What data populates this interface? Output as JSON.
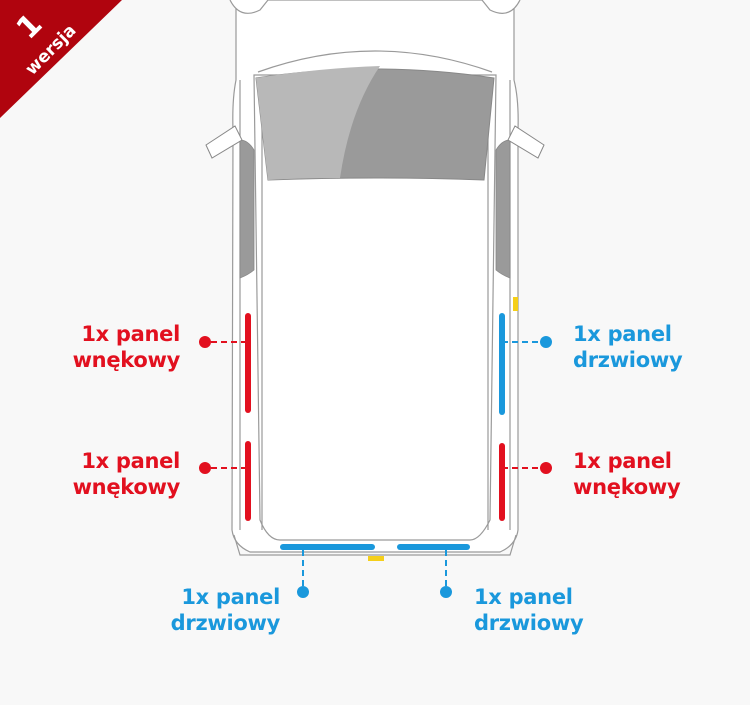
{
  "badge": {
    "number": "1",
    "text": "wersja",
    "color": "#b0040e"
  },
  "colors": {
    "red": "#e2101f",
    "blue": "#1a98dc",
    "glass": "#9a9a9a",
    "glass_light": "#b8b8b8",
    "body_stroke": "#9a9a9a",
    "background": "#f8f8f8",
    "hinge": "#f5cf1a"
  },
  "labels": {
    "left_top": {
      "line1": "1x panel",
      "line2": "wnękowy"
    },
    "left_bottom": {
      "line1": "1x panel",
      "line2": "wnękowy"
    },
    "right_top": {
      "line1": "1x panel",
      "line2": "drzwiowy"
    },
    "right_bottom": {
      "line1": "1x panel",
      "line2": "wnękowy"
    },
    "rear_left": {
      "line1": "1x panel",
      "line2": "drzwiowy"
    },
    "rear_right": {
      "line1": "1x panel",
      "line2": "drzwiowy"
    }
  }
}
